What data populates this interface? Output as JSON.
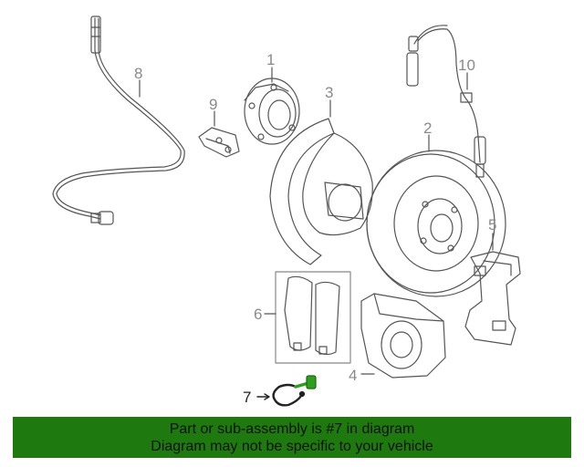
{
  "callouts": {
    "c1": "1",
    "c2": "2",
    "c3": "3",
    "c4": "4",
    "c5": "5",
    "c6": "6",
    "c7": "7",
    "c8": "8",
    "c9": "9",
    "c10": "10"
  },
  "banner": {
    "line1": "Part or sub-assembly is #7 in diagram",
    "line2": "Diagram may not be specific to your vehicle"
  },
  "colors": {
    "banner_bg": "#1e7a0e",
    "highlight": "#2e9e1e",
    "line": "#555555",
    "callout_text": "#8a8a8a"
  }
}
